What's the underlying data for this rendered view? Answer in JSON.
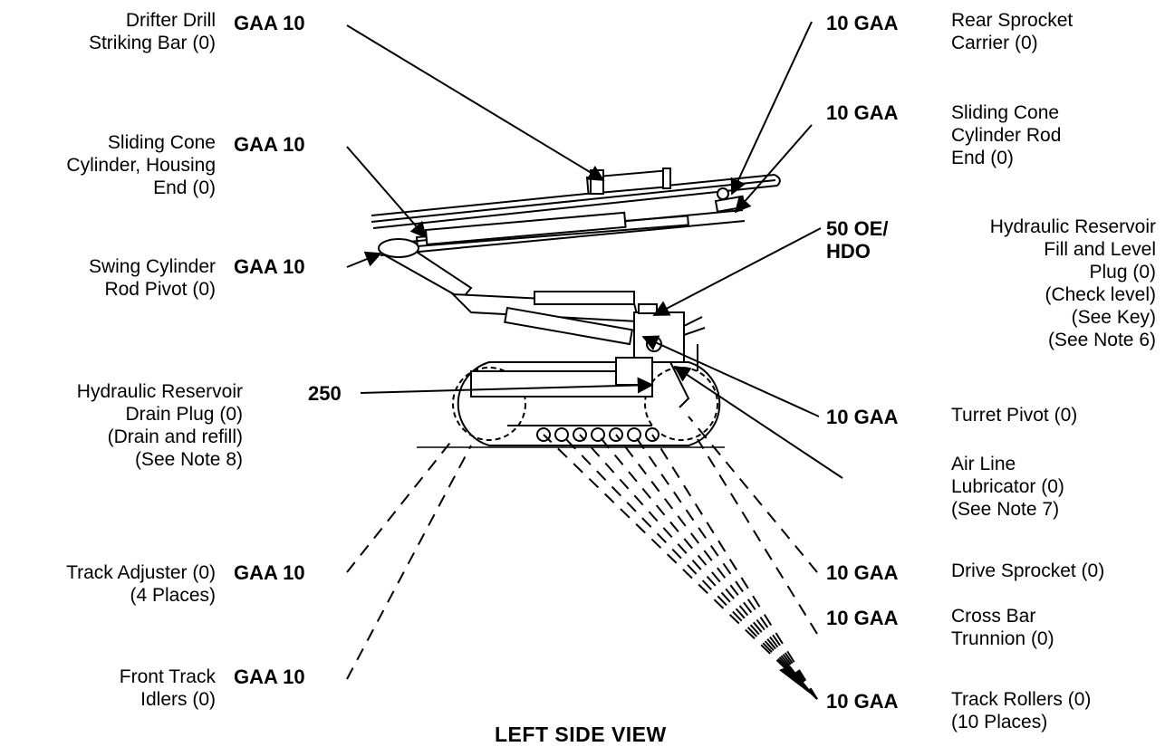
{
  "caption": "LEFT SIDE VIEW",
  "left": {
    "drifter": {
      "label": "Drifter Drill\nStriking Bar (0)",
      "code": "GAA  10"
    },
    "cone_housing": {
      "label": "Sliding Cone\nCylinder, Housing\nEnd (0)",
      "code": "GAA  10"
    },
    "swing": {
      "label": "Swing Cylinder\nRod Pivot (0)",
      "code": "GAA  10"
    },
    "drain": {
      "label": "Hydraulic Reservoir\nDrain Plug (0)\n(Drain and refill)\n(See Note 8)",
      "code": "250"
    },
    "track_adjuster": {
      "label": "Track Adjuster (0)\n(4 Places)",
      "code": "GAA  10"
    },
    "front_idlers": {
      "label": "Front Track\nIdlers (0)",
      "code": "GAA  10"
    }
  },
  "right": {
    "rear_sprocket": {
      "code": "10  GAA",
      "label": "Rear Sprocket\nCarrier (0)"
    },
    "cone_rod": {
      "code": "10  GAA",
      "label": "Sliding Cone\nCylinder Rod\nEnd (0)"
    },
    "reservoir_fill": {
      "code": "50  OE/\n      HDO",
      "label": "Hydraulic Reservoir\nFill and Level\nPlug (0)\n(Check level)\n(See Key)\n(See Note 6)"
    },
    "turret": {
      "code": "10  GAA",
      "label": "Turret Pivot (0)"
    },
    "air_line": {
      "label": "Air Line\nLubricator (0)\n(See Note 7)"
    },
    "drive_sprocket": {
      "code": "10  GAA",
      "label": "Drive Sprocket (0)"
    },
    "cross_bar": {
      "code": "10  GAA",
      "label": "Cross Bar\nTrunnion (0)"
    },
    "track_rollers": {
      "code": "10  GAA",
      "label": "Track Rollers (0)\n(10 Places)"
    }
  }
}
